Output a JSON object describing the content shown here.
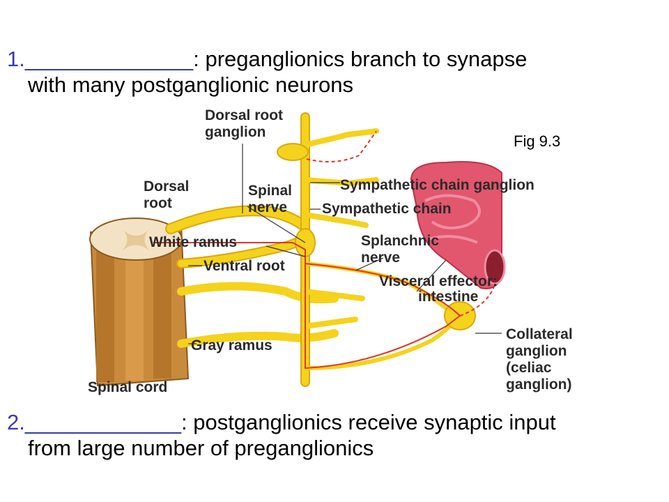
{
  "statement_1": {
    "number": "1.",
    "blank": "______________",
    "text_line1": ": preganglionics branch to synapse",
    "text_line2": "with many postganglionic neurons"
  },
  "statement_2": {
    "number": "2.",
    "blank": "_____________",
    "text_line1": ": postganglionics receive synaptic input",
    "text_line2": "from large number of preganglionics"
  },
  "figure": {
    "caption": "Fig 9.3",
    "labels": {
      "dorsal_root_ganglion_1": "Dorsal root",
      "dorsal_root_ganglion_2": "ganglion",
      "dorsal_root_1": "Dorsal",
      "dorsal_root_2": "root",
      "spinal_nerve_1": "Spinal",
      "spinal_nerve_2": "nerve",
      "sympathetic_chain_ganglion": "Sympathetic chain ganglion",
      "sympathetic_chain": "Sympathetic chain",
      "white_ramus": "White ramus",
      "ventral_root": "Ventral root",
      "splanchnic_nerve_1": "Splanchnic",
      "splanchnic_nerve_2": "nerve",
      "visceral_effector_1": "Visceral effector:",
      "visceral_effector_2": "intestine",
      "gray_ramus": "Gray ramus",
      "collateral_ganglion_1": "Collateral",
      "collateral_ganglion_2": "ganglion",
      "collateral_ganglion_3": "(celiac",
      "collateral_ganglion_4": "ganglion)",
      "spinal_cord": "Spinal cord"
    },
    "colors": {
      "nerve": "#f5d21c",
      "nerve_edge": "#d9a90f",
      "axon": "#e0352b",
      "cord": "#c98a3c",
      "intestine": "#e2566e"
    }
  }
}
